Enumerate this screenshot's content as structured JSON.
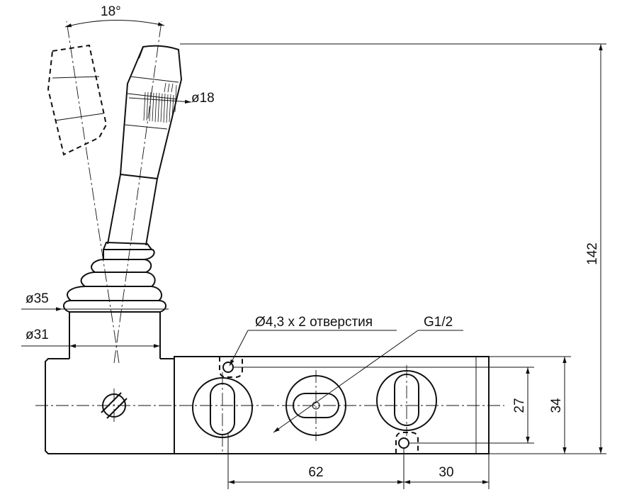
{
  "labels": {
    "angle": "18°",
    "grip_diameter": "ø18",
    "boot_diameter": "ø35",
    "neck_diameter": "ø31",
    "holes_note": "Ø4,3 x 2 отверстия",
    "port_thread": "G1/2",
    "overall_height": "142",
    "hole_spacing_vertical": "27",
    "body_height": "34",
    "port_spacing": "62",
    "end_offset": "30"
  }
}
